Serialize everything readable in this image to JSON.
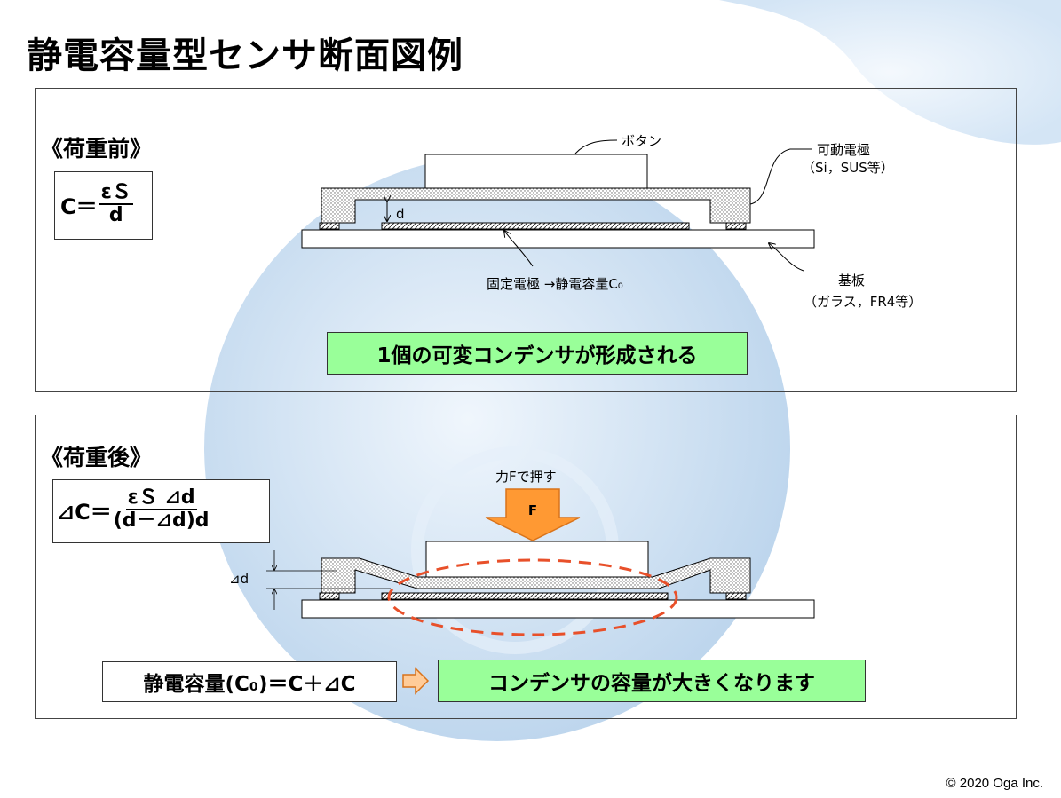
{
  "title": "静電容量型センサ断面図例",
  "before": {
    "heading": "《荷重前》",
    "formula": {
      "lhs": "C＝",
      "numerator": "εＳ",
      "denominator": "d"
    },
    "labels": {
      "button": "ボタン",
      "movable_electrode": "可動電極",
      "movable_electrode_material": "（Si，SUS等）",
      "gap": "d",
      "fixed_electrode": "固定電極 →静電容量C₀",
      "substrate": "基板",
      "substrate_material": "（ガラス，FR4等）"
    },
    "note": "1個の可変コンデンサが形成される"
  },
  "after": {
    "heading": "《荷重後》",
    "formula": {
      "lhs": "⊿C＝",
      "numerator": "εＳ ⊿d",
      "denominator": "(d－⊿d)d"
    },
    "labels": {
      "force": "力Fで押す",
      "force_arrow": "F",
      "delta_d": "⊿d"
    },
    "capacitance": "静電容量(C₀)＝C＋⊿C",
    "result": "コンデンサの容量が大きくなります"
  },
  "copyright": "© 2020 Oga Inc.",
  "colors": {
    "green_box": "#99ff99",
    "arrow_fill": "#ff9933",
    "ellipse": "#e8502a",
    "watermark": "#b9d3ec"
  }
}
